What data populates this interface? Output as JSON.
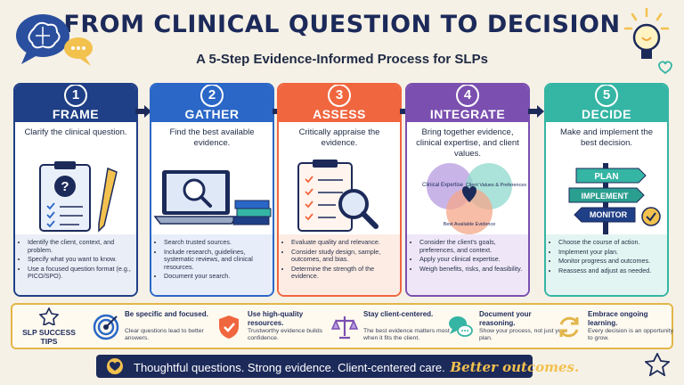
{
  "title": "FROM CLINICAL QUESTION TO DECISION",
  "subtitle": "A 5-Step Evidence-Informed Process for SLPs",
  "colors": {
    "navy": "#1c2a5a",
    "frame": "#1f3f86",
    "gather": "#2a67c7",
    "assess": "#f0663f",
    "integrate": "#7b4fb0",
    "decide": "#35b5a4",
    "gold": "#e2b64a"
  },
  "steps": [
    {
      "number": "1",
      "label": "FRAME",
      "description": "Clarify the clinical question.",
      "bullets": [
        "Identify the client, context, and problem.",
        "Specify what you want to know.",
        "Use a focused question format (e.g., PICO/SPO)."
      ]
    },
    {
      "number": "2",
      "label": "GATHER",
      "description": "Find the best available evidence.",
      "bullets": [
        "Search trusted sources.",
        "Include research, guidelines, systematic reviews, and clinical resources.",
        "Document your search."
      ]
    },
    {
      "number": "3",
      "label": "ASSESS",
      "description": "Critically appraise the evidence.",
      "bullets": [
        "Evaluate quality and relevance.",
        "Consider study design, sample, outcomes, and bias.",
        "Determine the strength of the evidence."
      ]
    },
    {
      "number": "4",
      "label": "INTEGRATE",
      "description": "Bring together evidence, clinical expertise, and client values.",
      "venn": [
        "Clinical Expertise",
        "Client Values & Preferences",
        "Best Available Evidence"
      ],
      "bullets": [
        "Consider the client's goals, preferences, and context.",
        "Apply your clinical expertise.",
        "Weigh benefits, risks, and feasibility."
      ]
    },
    {
      "number": "5",
      "label": "DECIDE",
      "description": "Make and implement the best decision.",
      "signs": [
        "PLAN",
        "IMPLEMENT",
        "MONITOR"
      ],
      "bullets": [
        "Choose the course of action.",
        "Implement your plan.",
        "Monitor progress and outcomes.",
        "Reassess and adjust as needed."
      ]
    }
  ],
  "tips": {
    "title": "SLP SUCCESS TIPS",
    "items": [
      {
        "heading": "Be specific and focused.",
        "body": "Clear questions lead to better answers."
      },
      {
        "heading": "Use high-quality resources.",
        "body": "Trustworthy evidence builds confidence."
      },
      {
        "heading": "Stay client-centered.",
        "body": "The best evidence matters most when it fits the client."
      },
      {
        "heading": "Document your reasoning.",
        "body": "Show your process, not just your plan."
      },
      {
        "heading": "Embrace ongoing learning.",
        "body": "Every decision is an opportunity to grow."
      }
    ]
  },
  "banner": {
    "text": "Thoughtful questions. Strong evidence. Client-centered care.",
    "emphasis": "Better outcomes."
  }
}
